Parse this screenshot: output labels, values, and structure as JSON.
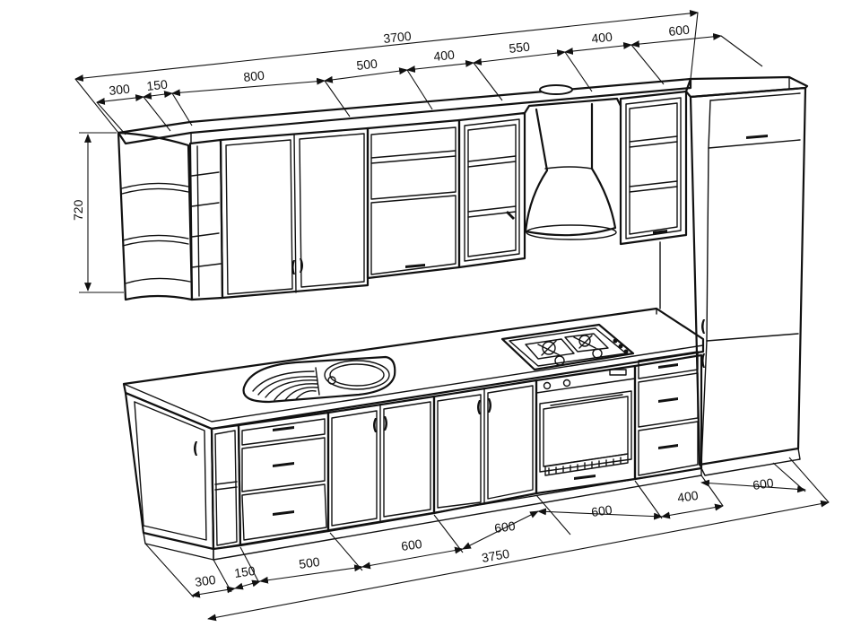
{
  "dimensions": {
    "upper": {
      "total": "3700",
      "segments": [
        "300",
        "150",
        "800",
        "500",
        "400",
        "550",
        "400",
        "600"
      ]
    },
    "height": "720",
    "lower": {
      "total": "3750",
      "segments": [
        "300",
        "150",
        "500",
        "600",
        "600",
        "600",
        "400",
        "600"
      ]
    }
  }
}
